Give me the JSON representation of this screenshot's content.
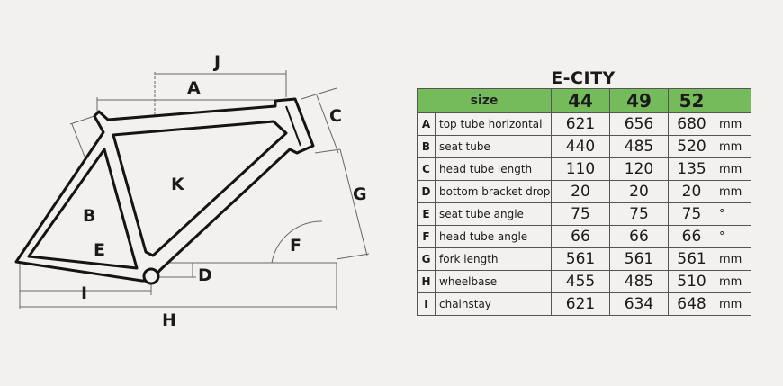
{
  "diagram": {
    "labels": {
      "a": "A",
      "b": "B",
      "c": "C",
      "d": "D",
      "e": "E",
      "f": "F",
      "g": "G",
      "h": "H",
      "i": "I",
      "j": "J",
      "k": "K"
    }
  },
  "table": {
    "title": "E-CITY",
    "header": {
      "size_label": "size",
      "sizes": [
        "44",
        "49",
        "52"
      ]
    },
    "rows": [
      {
        "letter": "A",
        "name": "top tube horizontal",
        "values": [
          "621",
          "656",
          "680"
        ],
        "unit": "mm"
      },
      {
        "letter": "B",
        "name": "seat tube",
        "values": [
          "440",
          "485",
          "520"
        ],
        "unit": "mm"
      },
      {
        "letter": "C",
        "name": "head tube length",
        "values": [
          "110",
          "120",
          "135"
        ],
        "unit": "mm"
      },
      {
        "letter": "D",
        "name": "bottom bracket drop",
        "values": [
          "20",
          "20",
          "20"
        ],
        "unit": "mm"
      },
      {
        "letter": "E",
        "name": "seat tube angle",
        "values": [
          "75",
          "75",
          "75"
        ],
        "unit": "°"
      },
      {
        "letter": "F",
        "name": "head tube angle",
        "values": [
          "66",
          "66",
          "66"
        ],
        "unit": "°"
      },
      {
        "letter": "G",
        "name": "fork length",
        "values": [
          "561",
          "561",
          "561"
        ],
        "unit": "mm"
      },
      {
        "letter": "H",
        "name": "wheelbase",
        "values": [
          "455",
          "485",
          "510"
        ],
        "unit": "mm"
      },
      {
        "letter": "I",
        "name": "chainstay",
        "values": [
          "621",
          "634",
          "648"
        ],
        "unit": "mm"
      }
    ],
    "colors": {
      "header_bg": "#76bb5b",
      "border": "#555555"
    }
  }
}
